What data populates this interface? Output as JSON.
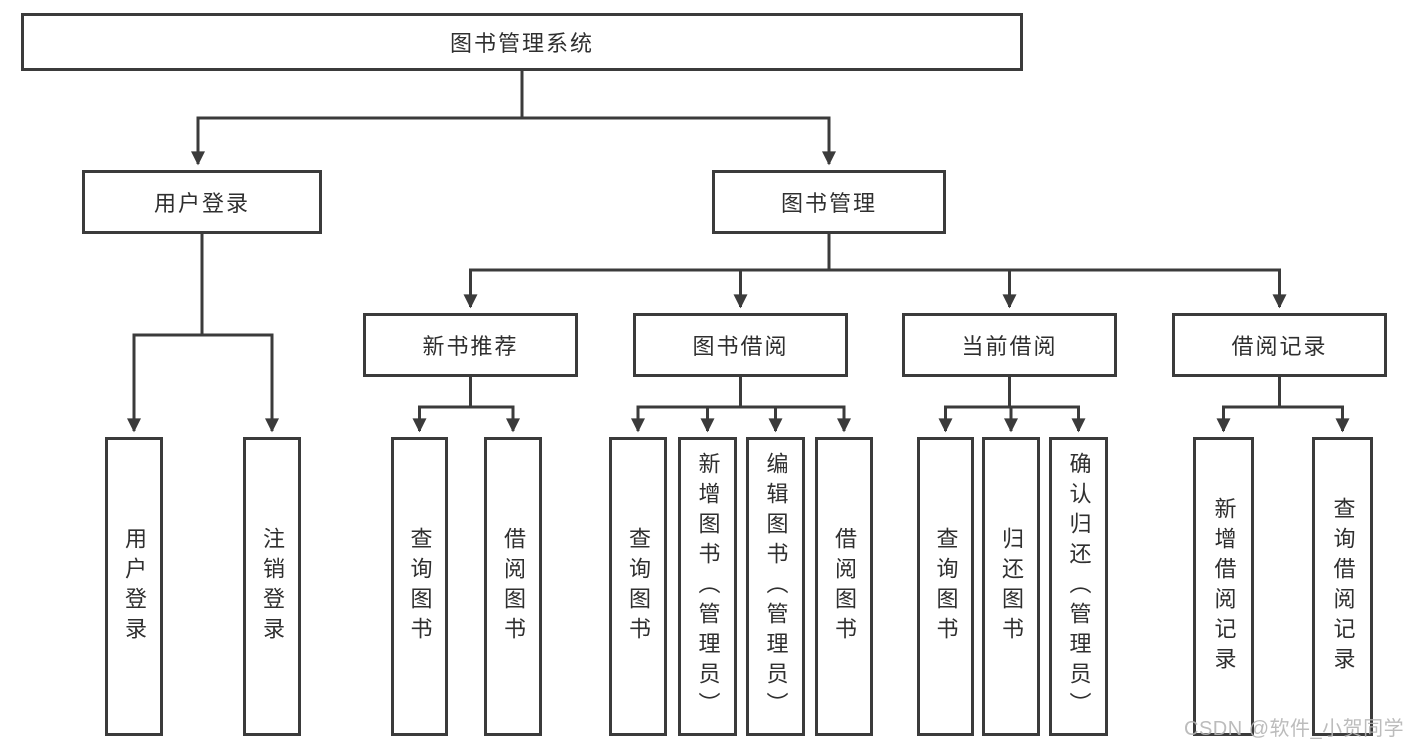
{
  "tree": {
    "label": "图书管理系统",
    "children": [
      {
        "label": "用户登录",
        "children": [
          {
            "label": "用户登录"
          },
          {
            "label": "注销登录"
          }
        ]
      },
      {
        "label": "图书管理",
        "children": [
          {
            "label": "新书推荐",
            "children": [
              {
                "label": "查询图书"
              },
              {
                "label": "借阅图书"
              }
            ]
          },
          {
            "label": "图书借阅",
            "children": [
              {
                "label": "查询图书"
              },
              {
                "label": "新增图书（管理员）"
              },
              {
                "label": "编辑图书（管理员）"
              },
              {
                "label": "借阅图书"
              }
            ]
          },
          {
            "label": "当前借阅",
            "children": [
              {
                "label": "查询图书"
              },
              {
                "label": "归还图书"
              },
              {
                "label": "确认归还（管理员）"
              }
            ]
          },
          {
            "label": "借阅记录",
            "children": [
              {
                "label": "新增借阅记录"
              },
              {
                "label": "查询借阅记录"
              }
            ]
          }
        ]
      }
    ]
  },
  "watermark": {
    "text": "CSDN @软件_小贺同学"
  },
  "colors": {
    "line": "#3b3b3b",
    "text": "#2f2f2f",
    "watermark": "#b5b5b5",
    "background": "#ffffff"
  }
}
